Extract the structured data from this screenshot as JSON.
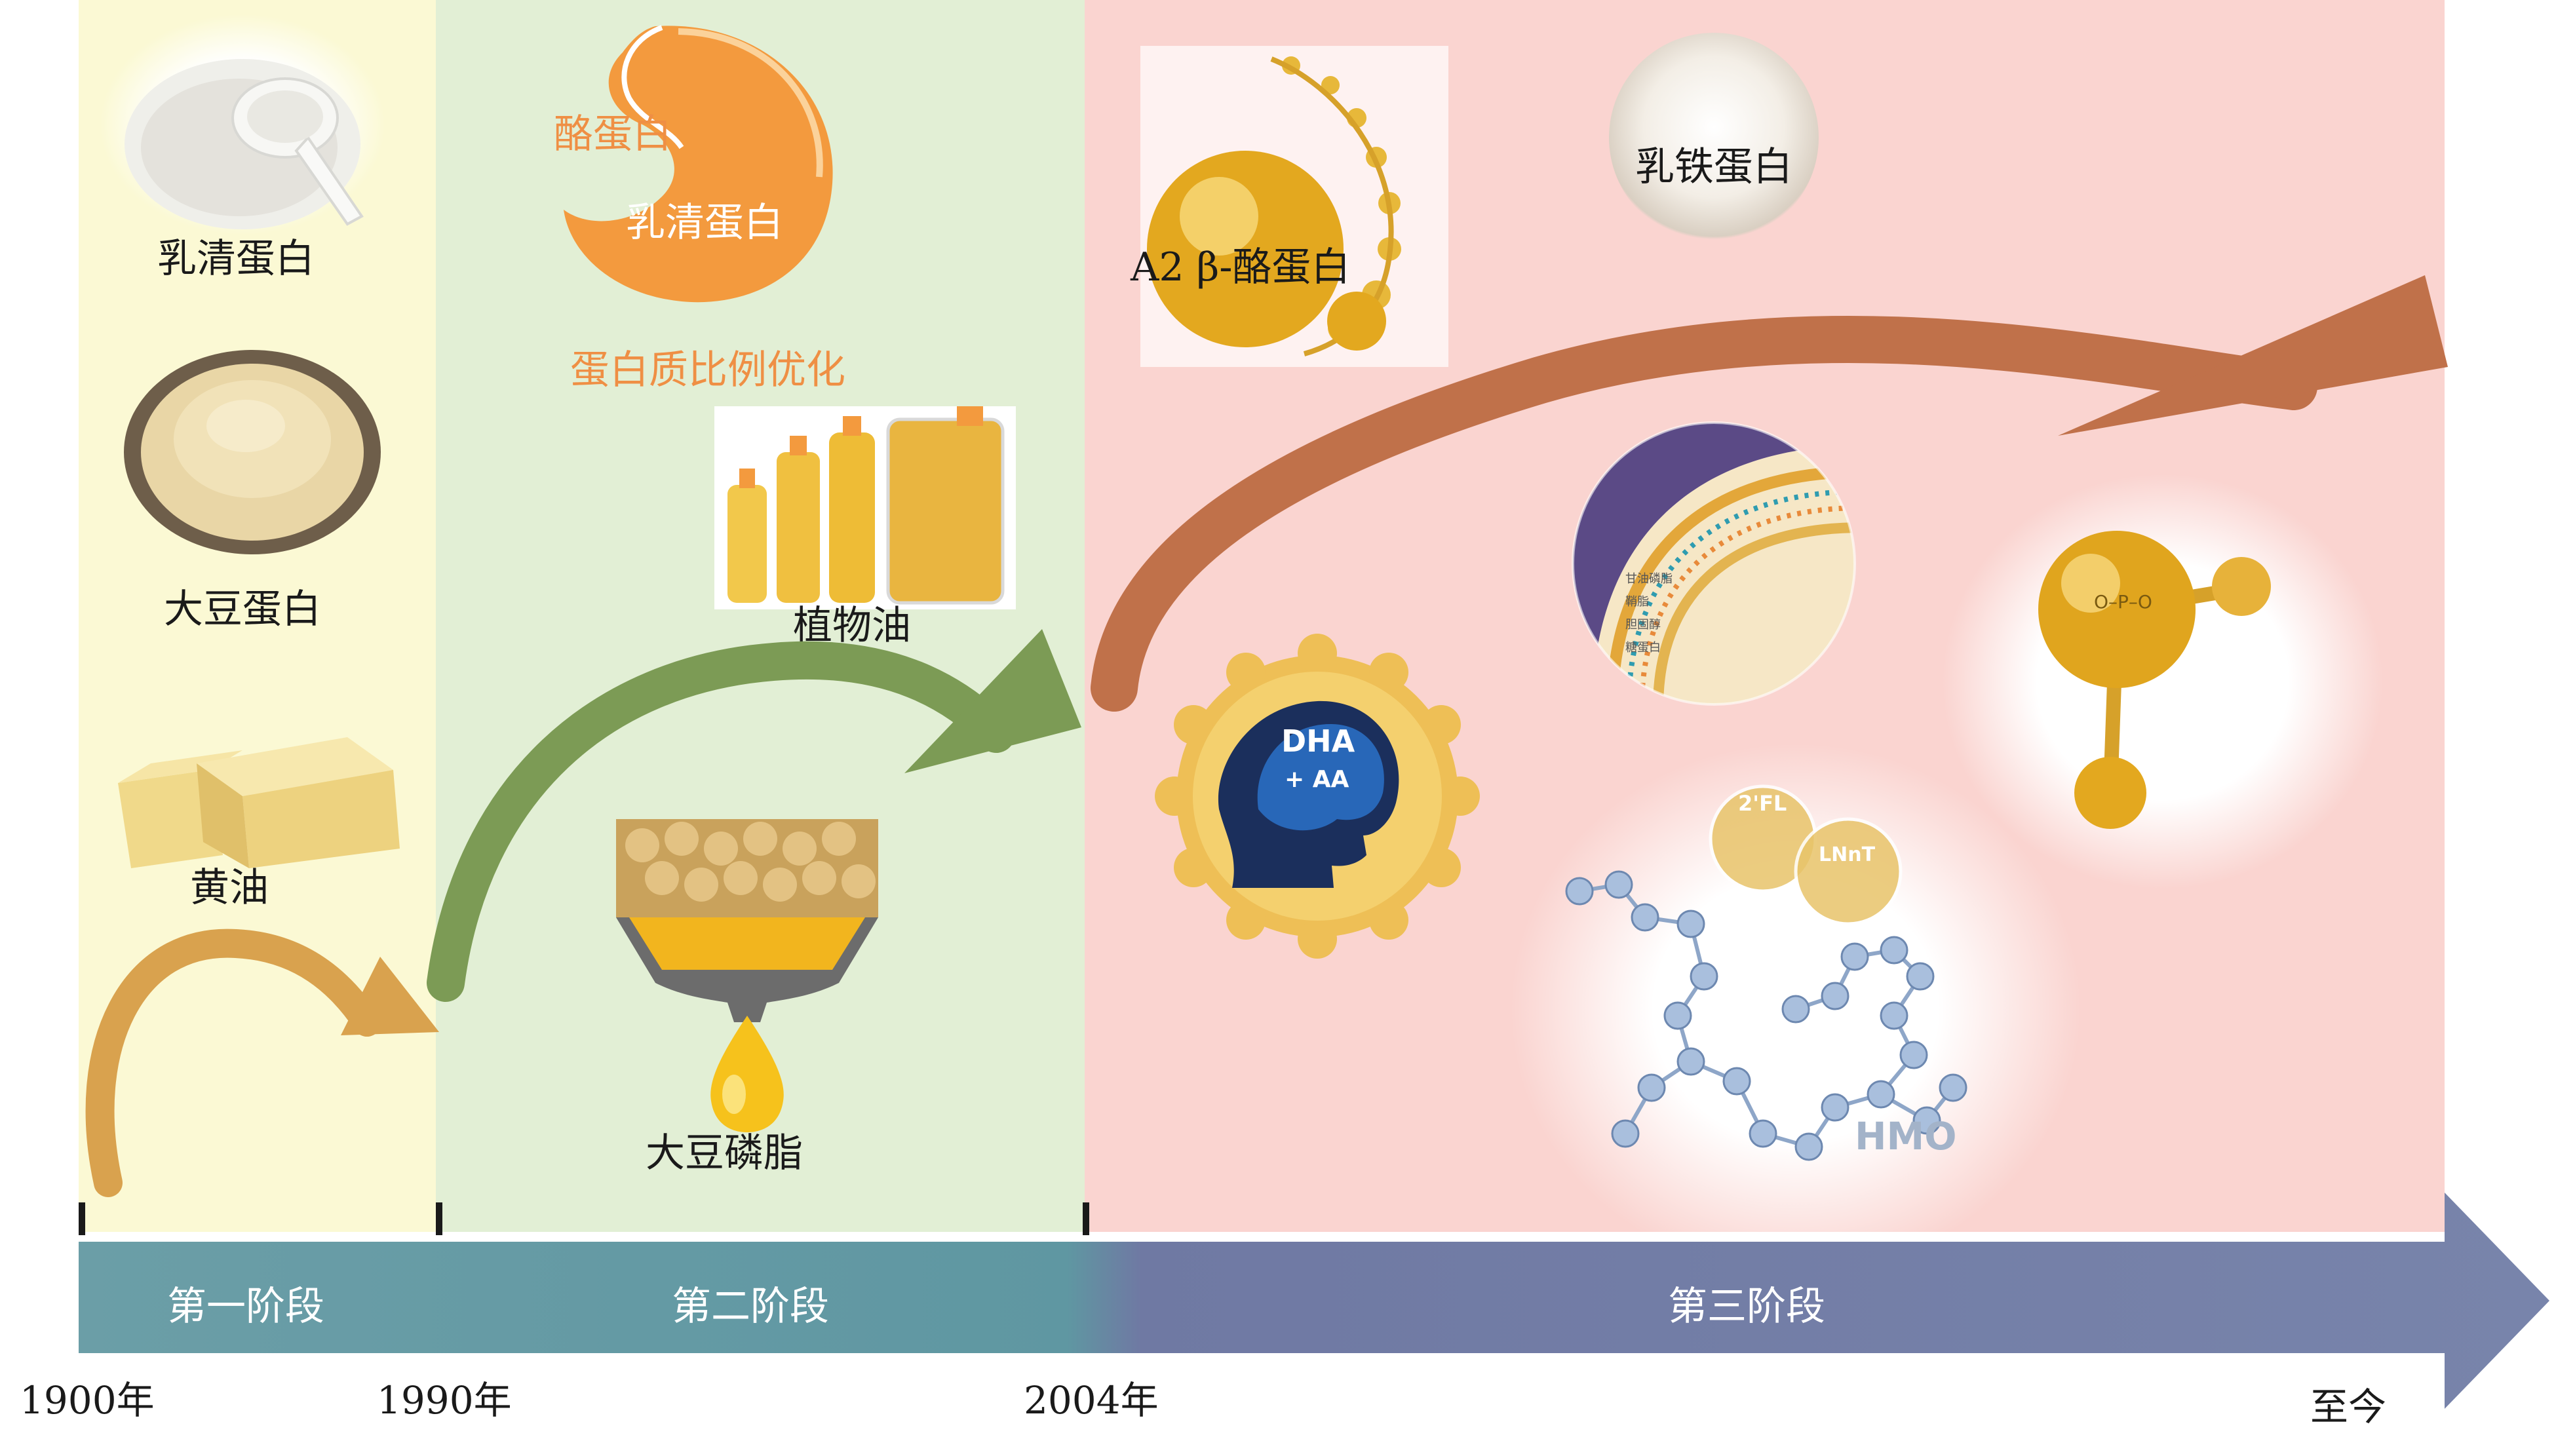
{
  "stages": [
    {
      "label": "第一阶段"
    },
    {
      "label": "第二阶段"
    },
    {
      "label": "第三阶段"
    }
  ],
  "years": [
    "1900年",
    "1990年",
    "2004年",
    "至今"
  ],
  "stage1_items": {
    "whey": "乳清蛋白",
    "soy_protein": "大豆蛋白",
    "butter": "黄油"
  },
  "stage2_items": {
    "casein": "酪蛋白",
    "whey": "乳清蛋白",
    "ratio": "蛋白质比例优化",
    "veg_oil": "植物油",
    "soy_lecithin": "大豆磷脂"
  },
  "stage3_items": {
    "a2": "A2 β-酪蛋白",
    "lactoferrin": "乳铁蛋白",
    "dha": "DHA",
    "aa": "+ AA",
    "opo": "O–P–O",
    "hmo": "HMO",
    "fl": "2'FL",
    "lnnt": "LNnT",
    "mfgm_legend": [
      "甘油磷脂",
      "鞘脂",
      "胆固醇",
      "糖蛋白"
    ]
  },
  "colors": {
    "zone1": "#fbf9d4",
    "zone2": "#e2efd5",
    "zone3": "#fad4d0",
    "arrow1": "#d9a24e",
    "arrow2": "#7c9b55",
    "arrow3": "#c0714a",
    "bar_left": "#6a9ca8",
    "bar_right": "#7a82a8",
    "orange": "#ef8f44"
  }
}
